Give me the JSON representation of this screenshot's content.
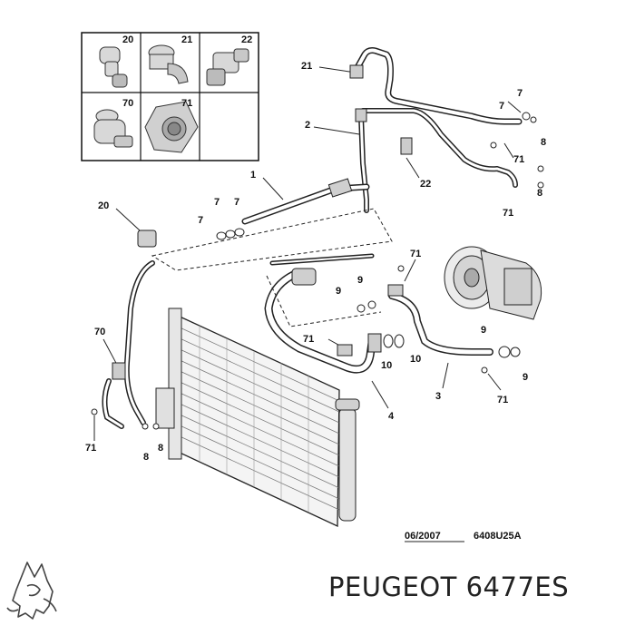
{
  "inset_labels": [
    "20",
    "21",
    "22",
    "70",
    "71"
  ],
  "callouts": {
    "c21": "21",
    "c2": "2",
    "c7a": "7",
    "c7b": "7",
    "c71a": "71",
    "c8a": "8",
    "c22": "22",
    "c8b": "8",
    "c71b": "71",
    "c1": "1",
    "c20": "20",
    "c7c": "7",
    "c7d": "7",
    "c7e": "7",
    "c71c": "71",
    "c9a": "9",
    "c9b": "9",
    "c70": "70",
    "c71d": "71",
    "c9c": "9",
    "c10a": "10",
    "c10b": "10",
    "c9d": "9",
    "c3": "3",
    "c4": "4",
    "c71e": "71",
    "c71f": "71",
    "c8c": "8",
    "c8d": "8"
  },
  "footer": {
    "date": "06/2007",
    "ref": "6408U25A"
  },
  "brand": {
    "text": "PEUGEOT 6477ES"
  }
}
